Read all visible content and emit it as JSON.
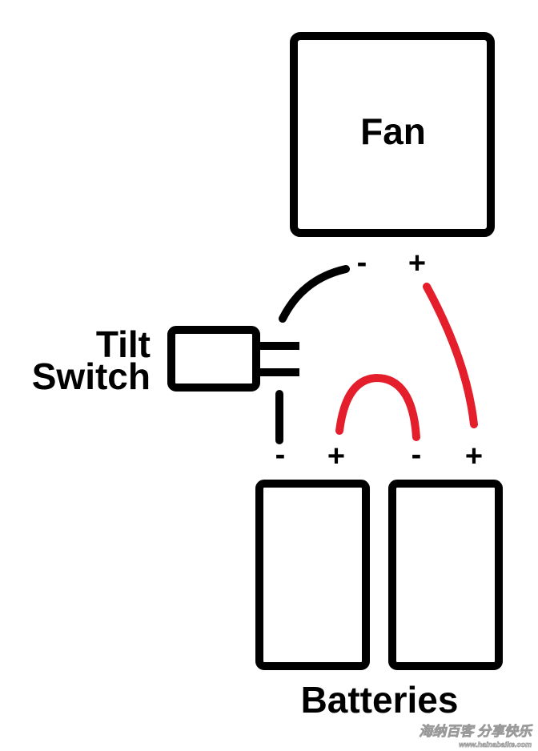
{
  "labels": {
    "fan": "Fan",
    "tilt_switch_line1": "Tilt",
    "tilt_switch_line2": "Switch",
    "batteries": "Batteries"
  },
  "terminals": {
    "fan_minus": "-",
    "fan_plus": "+",
    "battery1_minus": "-",
    "battery1_plus": "+",
    "battery2_minus": "-",
    "battery2_plus": "+"
  },
  "watermark": {
    "main": "海纳百客 分享快乐",
    "sub": "www.hainabaike.com"
  },
  "colors": {
    "outline": "#000000",
    "negative_wire": "#000000",
    "positive_wire": "#e41e2b",
    "background": "#ffffff"
  }
}
